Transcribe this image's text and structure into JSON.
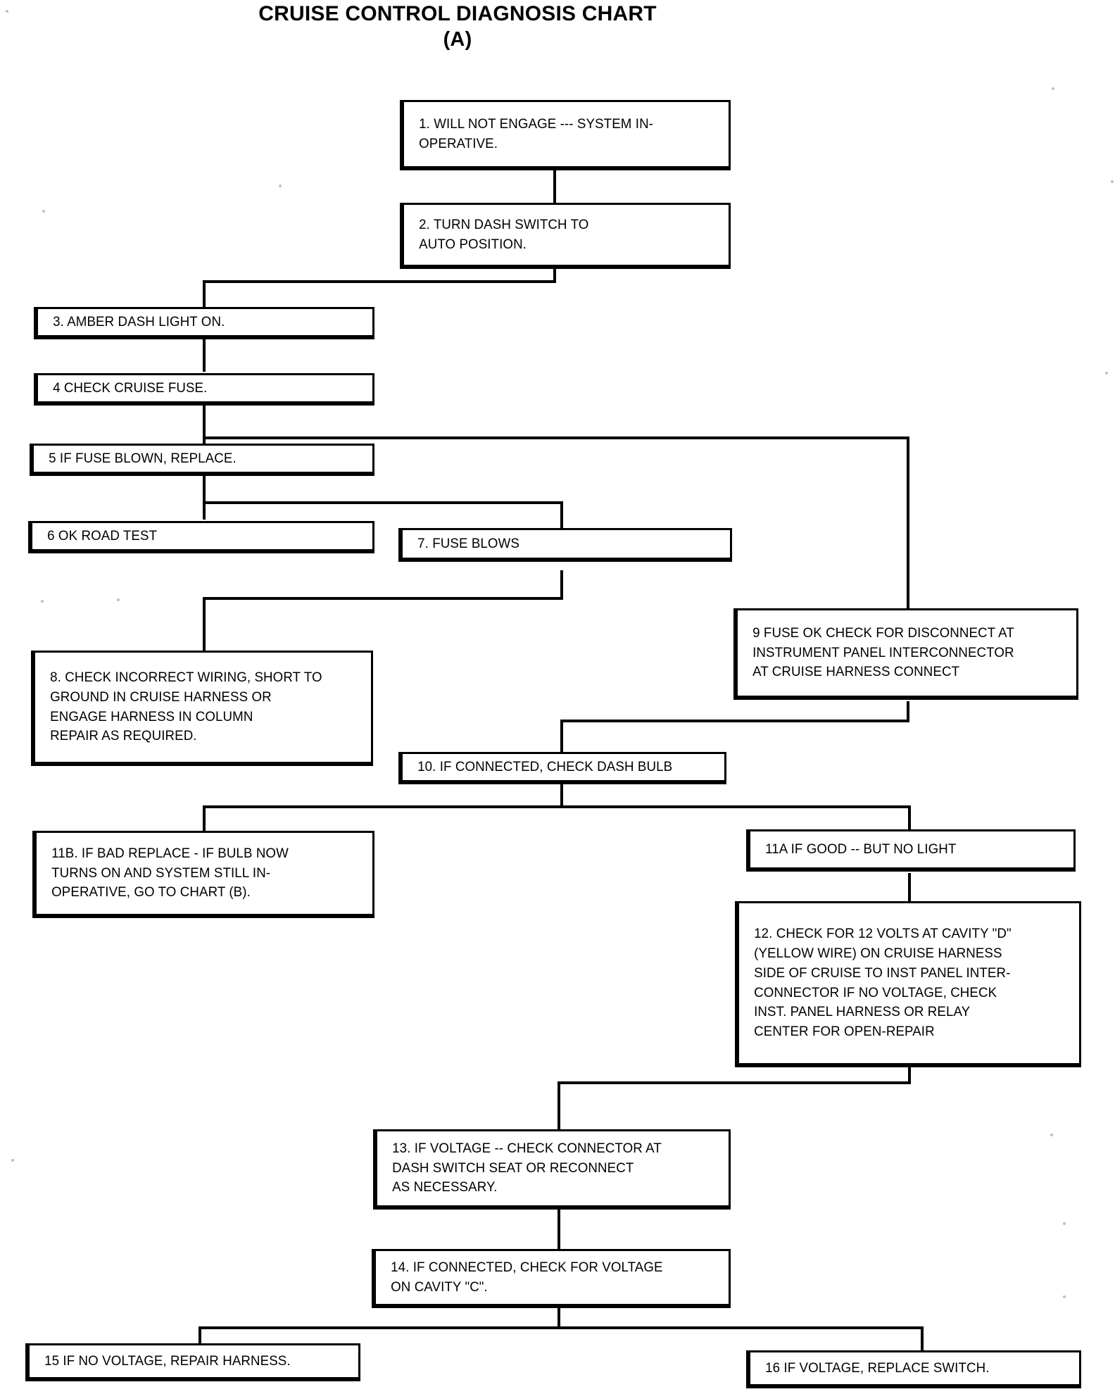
{
  "title": {
    "line1": "CRUISE CONTROL DIAGNOSIS CHART",
    "line2": "(A)"
  },
  "chart_data": {
    "type": "diagram",
    "diagram_type": "flowchart",
    "title": "CRUISE CONTROL DIAGNOSIS CHART (A)",
    "orientation": "top-to-bottom",
    "node_count": 17,
    "nodes": [
      {
        "id": "1",
        "label": "1. WILL NOT ENGAGE --- SYSTEM IN-\nOPERATIVE."
      },
      {
        "id": "2",
        "label": "2. TURN DASH SWITCH TO\nAUTO POSITION."
      },
      {
        "id": "3",
        "label": "3. AMBER DASH LIGHT ON."
      },
      {
        "id": "4",
        "label": "4  CHECK CRUISE FUSE."
      },
      {
        "id": "5",
        "label": "5  IF FUSE BLOWN, REPLACE."
      },
      {
        "id": "6",
        "label": "6  OK ROAD TEST"
      },
      {
        "id": "7",
        "label": "7. FUSE BLOWS"
      },
      {
        "id": "8",
        "label": "8. CHECK INCORRECT WIRING, SHORT TO\nGROUND IN CRUISE HARNESS OR\nENGAGE HARNESS IN COLUMN\nREPAIR AS REQUIRED."
      },
      {
        "id": "9",
        "label": "9  FUSE OK  CHECK FOR DISCONNECT AT\nINSTRUMENT PANEL INTERCONNECTOR\nAT CRUISE HARNESS CONNECT"
      },
      {
        "id": "10",
        "label": "10. IF CONNECTED, CHECK DASH BULB"
      },
      {
        "id": "11B",
        "label": "11B. IF BAD REPLACE -   IF BULB NOW\nTURNS ON AND SYSTEM STILL IN-\nOPERATIVE, GO TO CHART (B)."
      },
      {
        "id": "11A",
        "label": "11A  IF GOOD --  BUT NO LIGHT"
      },
      {
        "id": "12",
        "label": "12. CHECK FOR 12 VOLTS AT CAVITY \"D\"\n(YELLOW WIRE) ON CRUISE HARNESS\nSIDE OF CRUISE TO INST  PANEL INTER-\nCONNECTOR  IF NO VOLTAGE, CHECK\nINST. PANEL HARNESS OR RELAY\nCENTER FOR OPEN-REPAIR"
      },
      {
        "id": "13",
        "label": "13. IF VOLTAGE  -- CHECK CONNECTOR AT\nDASH SWITCH  SEAT OR RECONNECT\nAS NECESSARY."
      },
      {
        "id": "14",
        "label": "14. IF CONNECTED, CHECK FOR VOLTAGE\nON CAVITY \"C\"."
      },
      {
        "id": "15",
        "label": "15  IF NO VOLTAGE, REPAIR HARNESS."
      },
      {
        "id": "16",
        "label": "16  IF VOLTAGE, REPLACE SWITCH."
      }
    ],
    "edges": [
      {
        "from": "1",
        "to": "2"
      },
      {
        "from": "2",
        "to": "3"
      },
      {
        "from": "3",
        "to": "4"
      },
      {
        "from": "4",
        "to": "5"
      },
      {
        "from": "4",
        "to": "9"
      },
      {
        "from": "5",
        "to": "6"
      },
      {
        "from": "5",
        "to": "7"
      },
      {
        "from": "7",
        "to": "8"
      },
      {
        "from": "9",
        "to": "10"
      },
      {
        "from": "10",
        "to": "11B"
      },
      {
        "from": "10",
        "to": "11A"
      },
      {
        "from": "11A",
        "to": "12"
      },
      {
        "from": "12",
        "to": "13"
      },
      {
        "from": "13",
        "to": "14"
      },
      {
        "from": "14",
        "to": "15"
      },
      {
        "from": "14",
        "to": "16"
      }
    ],
    "colors": {
      "stroke": "#000000",
      "fill": "#ffffff",
      "background": "#ffffff"
    }
  }
}
